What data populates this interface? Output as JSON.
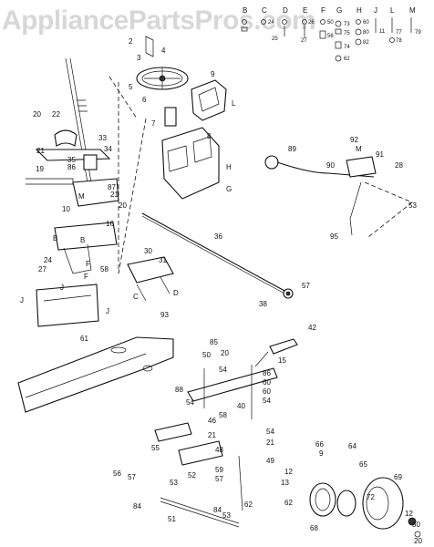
{
  "watermark": "AppliancePartsPros.com",
  "hardware_legend": [
    {
      "letter": "B",
      "nums": []
    },
    {
      "letter": "C",
      "nums": [
        "24"
      ]
    },
    {
      "letter": "D",
      "nums": [
        "25"
      ]
    },
    {
      "letter": "E",
      "nums": [
        "26",
        "27"
      ]
    },
    {
      "letter": "F",
      "nums": [
        "50",
        "56"
      ]
    },
    {
      "letter": "G",
      "nums": [
        "73",
        "75",
        "74",
        "62"
      ]
    },
    {
      "letter": "H",
      "nums": [
        "60",
        "80",
        "82"
      ]
    },
    {
      "letter": "J",
      "nums": [
        "11"
      ]
    },
    {
      "letter": "L",
      "nums": [
        "77",
        "78"
      ]
    },
    {
      "letter": "M",
      "nums": [
        "79"
      ]
    }
  ],
  "callouts": {
    "c2": "2",
    "c4": "4",
    "c3": "3",
    "c5": "5",
    "c6": "6",
    "c7": "7",
    "c9": "9",
    "cL": "L",
    "c8": "8",
    "cH": "H",
    "cG": "G",
    "c20a": "20",
    "c22": "22",
    "c21a": "21",
    "c33": "33",
    "c34": "34",
    "c35": "35",
    "c86a": "86",
    "c19": "19",
    "c87": "87",
    "c21b": "21",
    "cM1": "M",
    "c10": "10",
    "c16": "16",
    "c20b": "20",
    "c89": "89",
    "c92": "92",
    "cM2": "M",
    "c91": "91",
    "c90": "90",
    "c28": "28",
    "c53": "53",
    "c95": "95",
    "c36": "36",
    "c57a": "57",
    "c38": "38",
    "cB1": "B",
    "cB2": "B",
    "c24": "24",
    "c27": "27",
    "cF1": "F",
    "cF2": "F",
    "c58": "58",
    "c30": "30",
    "c31": "31",
    "cC": "C",
    "cD": "D",
    "c93": "93",
    "cJ1": "J",
    "cJ2": "J",
    "cJ3": "J",
    "c61": "61",
    "c42": "42",
    "c85": "85",
    "c20c": "20",
    "c50a": "50",
    "c54a": "54",
    "c15": "15",
    "c86b": "86",
    "c60a": "60",
    "c60b": "60",
    "c54b": "54",
    "c88": "88",
    "c40": "40",
    "c54c": "54",
    "c54d": "54",
    "c46": "46",
    "c58b": "58",
    "c21c": "21",
    "c21d": "21",
    "c48": "48",
    "c55": "55",
    "c59": "59",
    "c56a": "56",
    "c57b": "57",
    "c53b": "53",
    "c52": "52",
    "c57c": "57",
    "c49": "49",
    "c12a": "12",
    "c13": "13",
    "c66": "66",
    "c9b": "9",
    "c64": "64",
    "c65": "65",
    "c72": "72",
    "c69": "69",
    "c68": "68",
    "c62": "62",
    "c62b": "62",
    "c84a": "84",
    "c84b": "84",
    "c51": "51",
    "c53c": "53",
    "c12b": "12",
    "c50b": "50",
    "c20d": "20"
  }
}
